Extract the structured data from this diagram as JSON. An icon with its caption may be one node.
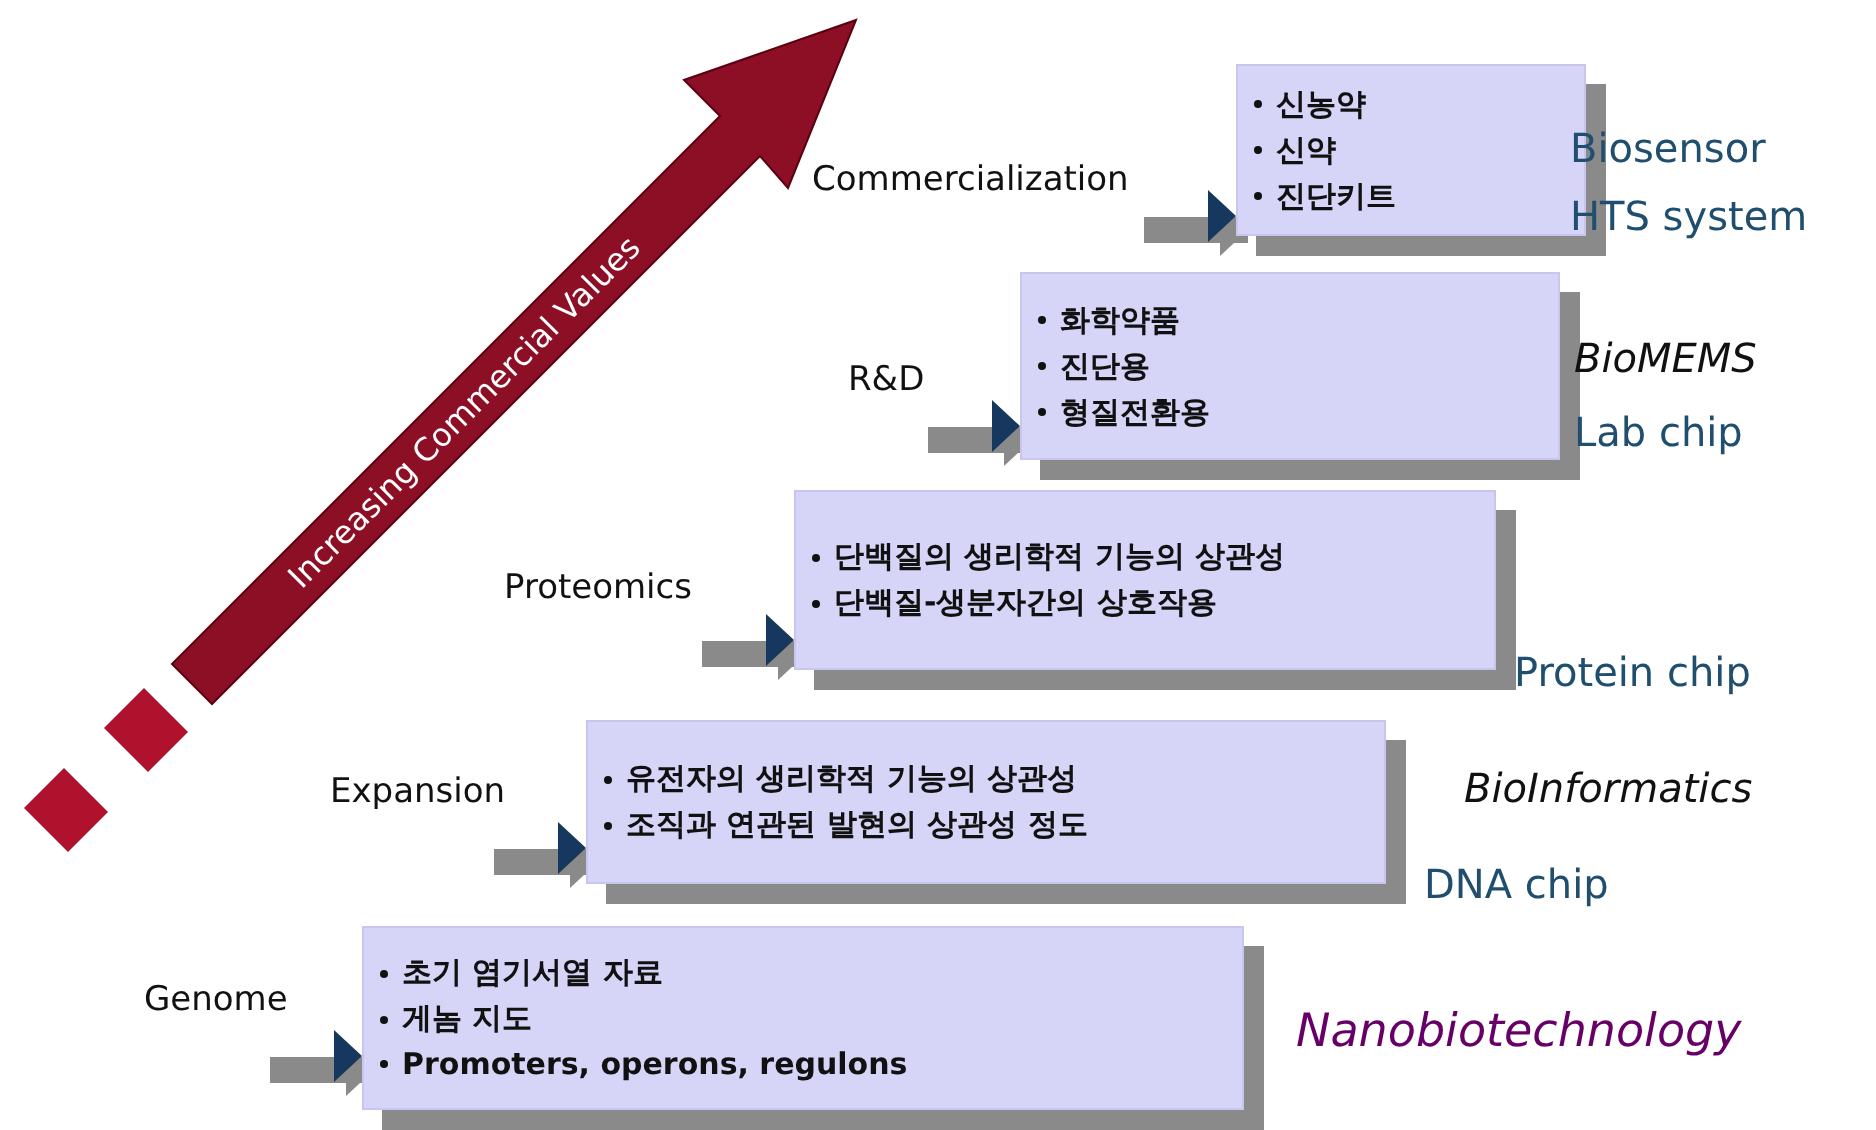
{
  "diagram": {
    "nodes": [
      {
        "text": [
          "신농약",
          "신약",
          "진단키트"
        ],
        "beside": [
          "Commercialization"
        ]
      },
      {
        "text": [
          "화학약품",
          "진단용",
          "형질전환용"
        ],
        "beside": [
          "R&D"
        ]
      },
      {
        "text": [
          "단백질의 생리학적 기능의 상관성",
          "단백질-생분자간의 상호작용"
        ],
        "beside": [
          "Proteomics"
        ]
      },
      {
        "text": [
          "유전자의 생리학적 기능의 상관성",
          "조직과 연관된 발현의 상관성 정도"
        ],
        "beside": [
          "Expansion"
        ]
      },
      {
        "text": [
          "초기 염기서열 자료",
          "게놈 지도",
          "Promoters, operons, regulons"
        ],
        "beside": [
          "Genome"
        ]
      }
    ],
    "edges": [
      {
        "from": null,
        "to": 0,
        "arrow": "to"
      },
      {
        "from": null,
        "to": 1,
        "arrow": "to"
      },
      {
        "from": null,
        "to": 2,
        "arrow": "to"
      },
      {
        "from": null,
        "to": 3,
        "arrow": "to"
      },
      {
        "from": null,
        "to": 4,
        "arrow": "to"
      }
    ],
    "labels": [
      "Increasing Commercial Values",
      "Biosensor",
      "HTS system",
      "BioMEMS",
      "Lab chip",
      "Protein chip",
      "BioInformatics",
      "DNA chip",
      "Nanobiotechnology"
    ]
  }
}
